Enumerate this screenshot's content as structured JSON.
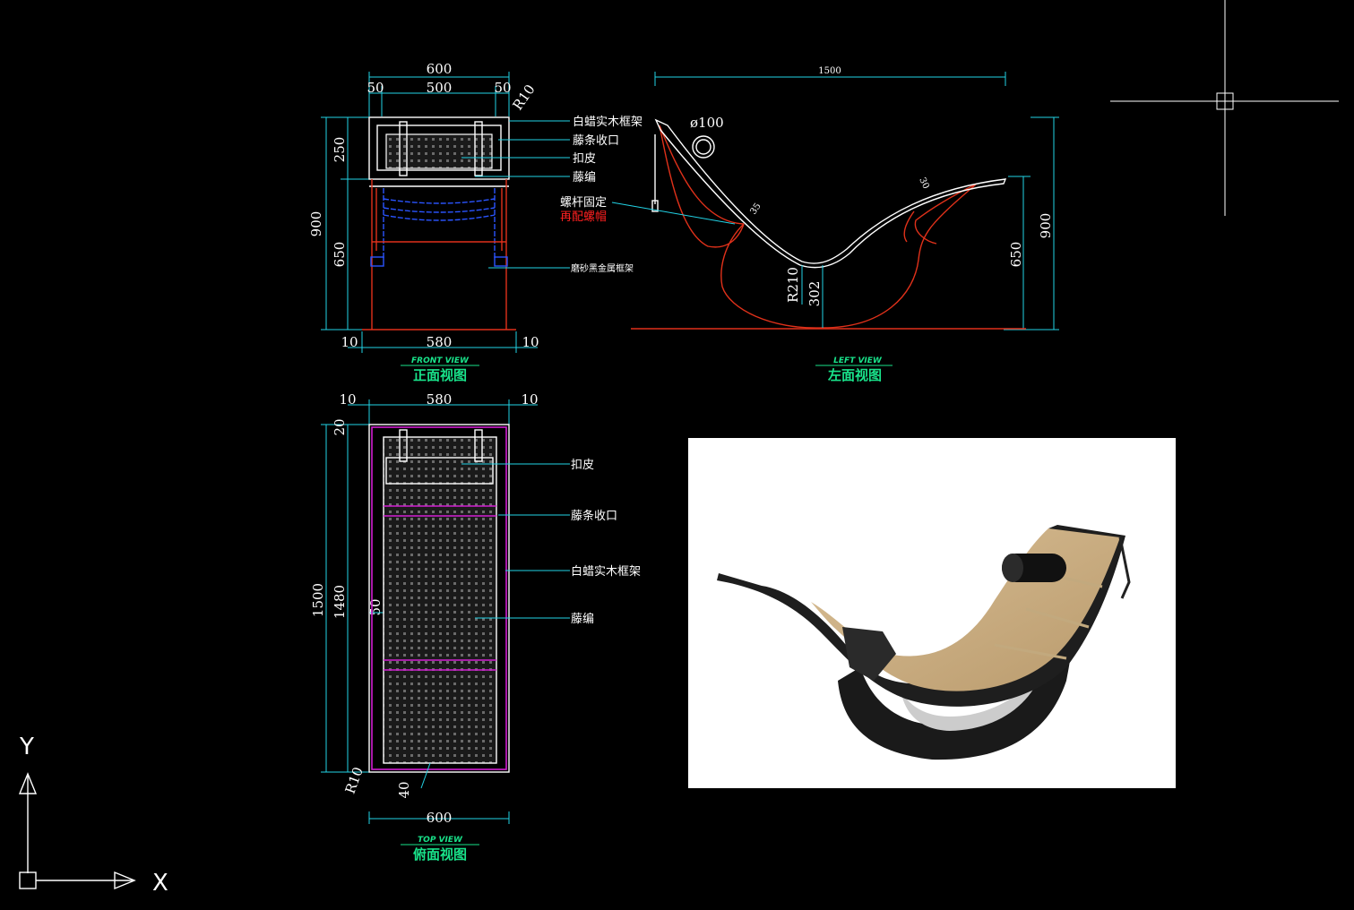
{
  "front_view": {
    "dims": {
      "overall_width": "600",
      "side_left": "50",
      "middle": "500",
      "side_right": "50",
      "radius": "R10",
      "height_total": "900",
      "height_upper": "250",
      "height_lower": "650",
      "bottom_left": "10",
      "bottom_middle": "580",
      "bottom_right": "10"
    },
    "callouts": {
      "frame": "白蜡实木框架",
      "rattan_edge": "藤条收口",
      "leather_buckle": "扣皮",
      "rattan_weave": "藤编",
      "metal_frame": "磨砂黑金属框架"
    },
    "title_en": "FRONT VIEW",
    "title_cn": "正面视图"
  },
  "left_view": {
    "dims": {
      "length": "1500",
      "diameter": "ø100",
      "angle": "35",
      "thickness": "30",
      "radius": "R210",
      "depth": "302",
      "height_total": "900",
      "height_seat": "650"
    },
    "callouts": {
      "screw_fix": "螺杆固定",
      "screw_cap": "再配螺帽"
    },
    "title_en": "LEFT VIEW",
    "title_cn": "左面视图"
  },
  "top_view": {
    "dims": {
      "top_left": "10",
      "top_middle": "580",
      "top_right": "10",
      "height_total": "1500",
      "height_inner": "1480",
      "offset_top": "20",
      "side_gap": "50",
      "radius": "R10",
      "bottom_gap": "40",
      "bottom_width": "600"
    },
    "callouts": {
      "leather_buckle": "扣皮",
      "rattan_edge": "藤条收口",
      "frame": "白蜡实木框架",
      "rattan_weave": "藤编"
    },
    "title_en": "TOP VIEW",
    "title_cn": "俯面视图"
  },
  "ucs": {
    "y_axis": "Y",
    "x_axis": "X"
  },
  "colors": {
    "background": "#000000",
    "dimension": "#22d3e6",
    "outline": "#ffffff",
    "frame_red": "#e0311a",
    "trim_magenta": "#d31fd3",
    "cushion_blue": "#2a54ff",
    "title_green": "#19e28a"
  }
}
